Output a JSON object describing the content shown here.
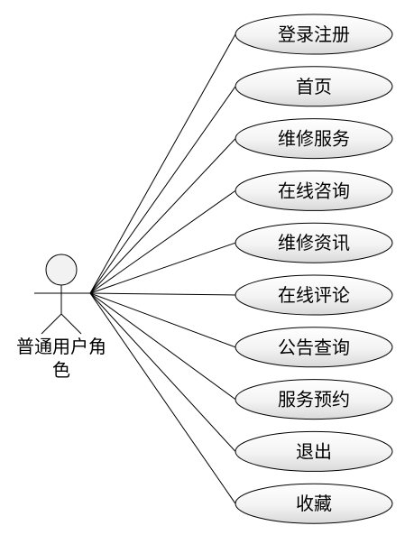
{
  "actor": {
    "label_line1": "普通用户角",
    "label_line2": "色"
  },
  "use_cases": [
    {
      "label": "登录注册"
    },
    {
      "label": "首页"
    },
    {
      "label": "维修服务"
    },
    {
      "label": "在线咨询"
    },
    {
      "label": "维修资讯"
    },
    {
      "label": "在线评论"
    },
    {
      "label": "公告查询"
    },
    {
      "label": "服务预约"
    },
    {
      "label": "退出"
    },
    {
      "label": "收藏"
    }
  ],
  "colors": {
    "ellipse_fill_top": "#ffffff",
    "ellipse_fill_bottom": "#d9d9d9",
    "stroke": "#000000"
  }
}
